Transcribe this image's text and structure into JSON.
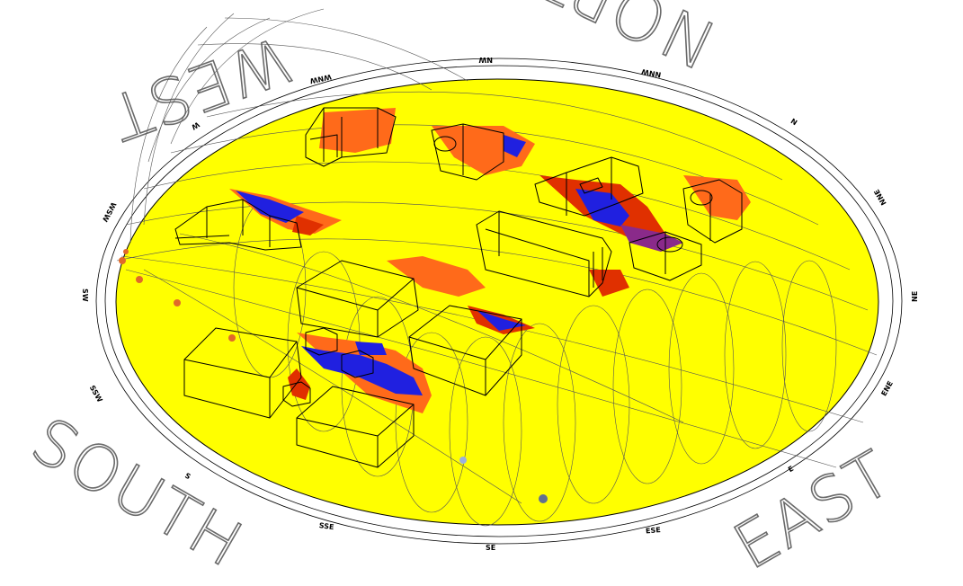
{
  "compass_big_labels": {
    "north": "NORTH",
    "west": "WEST",
    "south": "SOUTH",
    "east": "EAST"
  },
  "compass_ring_labels": [
    "NW",
    "NNW",
    "N",
    "NNE",
    "NE",
    "ENE",
    "E",
    "ESE",
    "SE",
    "SSE",
    "S",
    "SSW",
    "SW",
    "WSW",
    "W",
    "WNW"
  ],
  "colors": {
    "ground": "#ffff00",
    "shadow_blue": "#2020e0",
    "shadow_red": "#e03000",
    "shadow_orange": "#ff6a1a",
    "shadow_purple": "#8a2a8a",
    "sun_marker_orange": "#e06a2a",
    "sun_marker_blue": "#9ab0e0",
    "sun_marker_gray": "#607090"
  }
}
